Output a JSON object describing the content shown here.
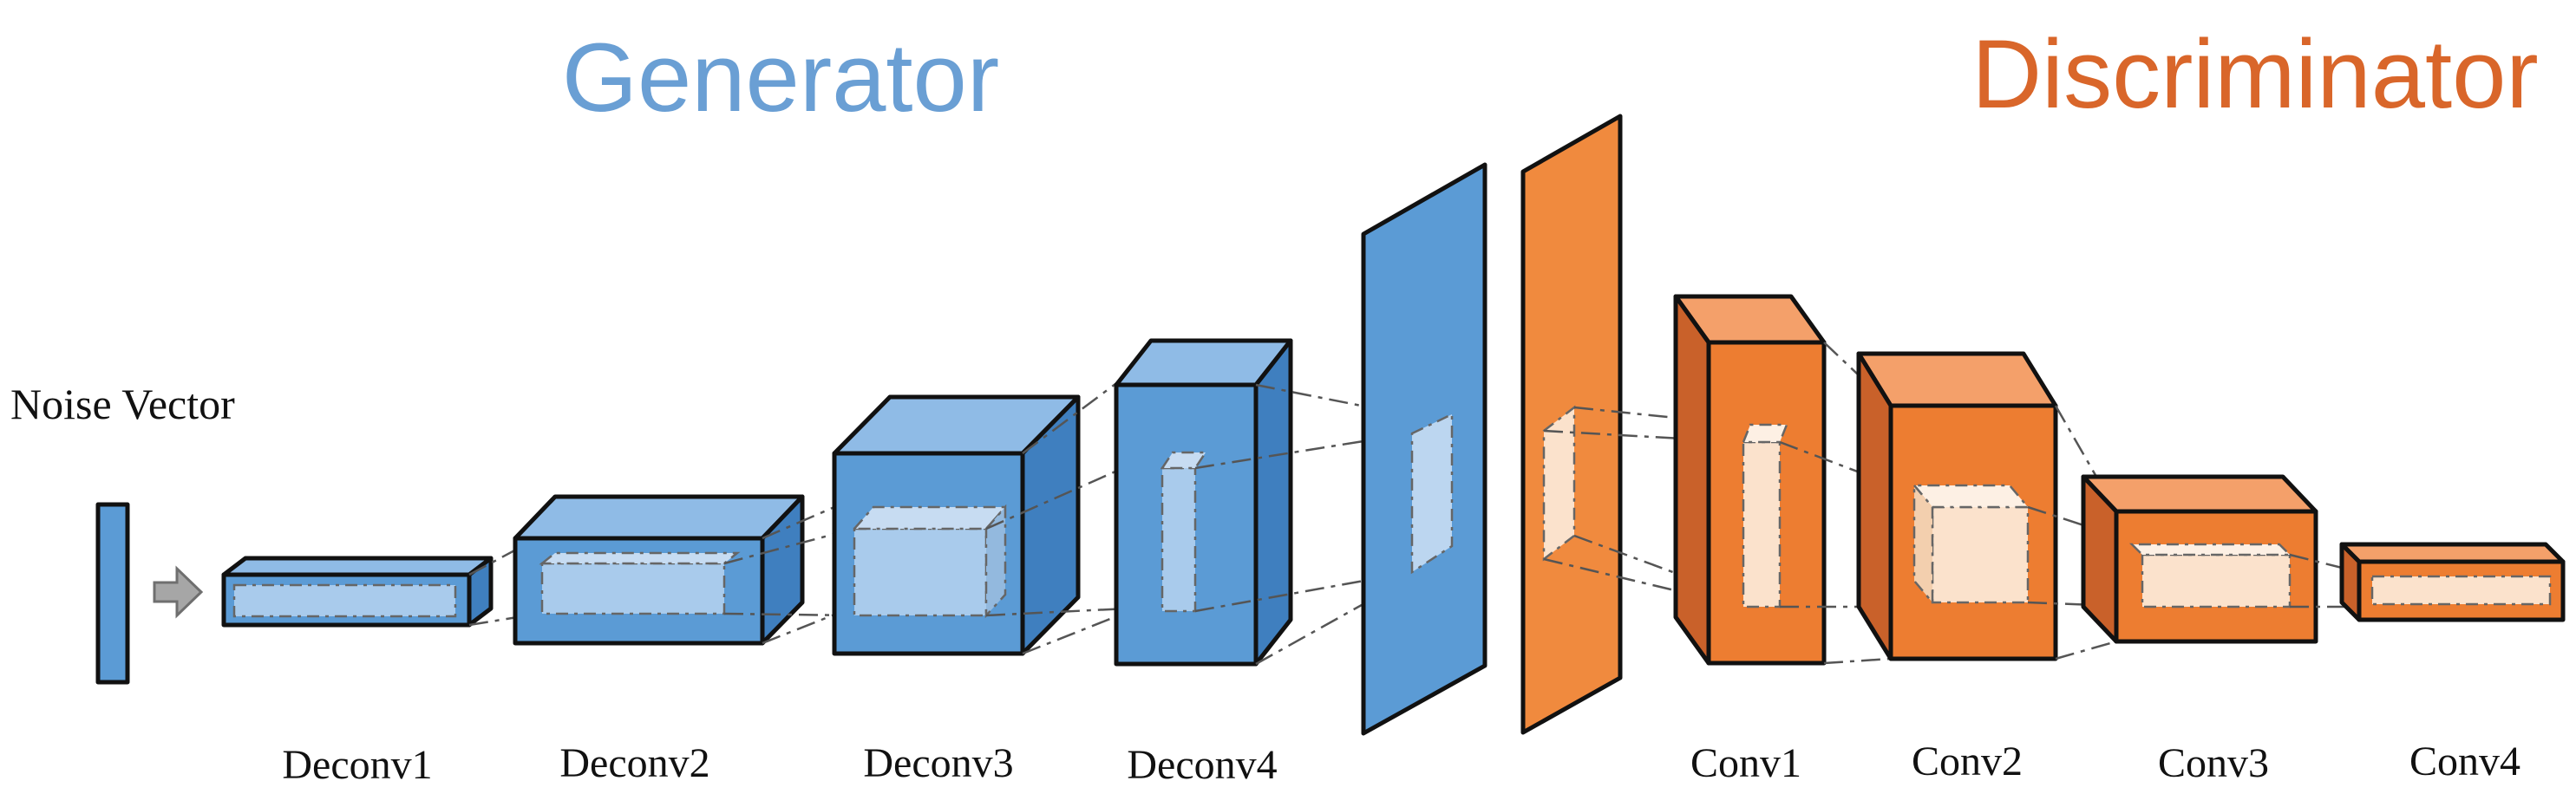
{
  "titles": {
    "generator": "Generator",
    "discriminator": "Discriminator"
  },
  "labels": {
    "noise_vector": "Noise Vector",
    "deconv1": "Deconv1",
    "deconv2": "Deconv2",
    "deconv3": "Deconv3",
    "deconv4": "Deconv4",
    "conv1": "Conv1",
    "conv2": "Conv2",
    "conv3": "Conv3",
    "conv4": "Conv4"
  },
  "colors": {
    "generator": "#5b9bd5",
    "generator_title": "#6a9fd4",
    "discriminator": "#ed7d31",
    "discriminator_title": "#d9662a"
  }
}
